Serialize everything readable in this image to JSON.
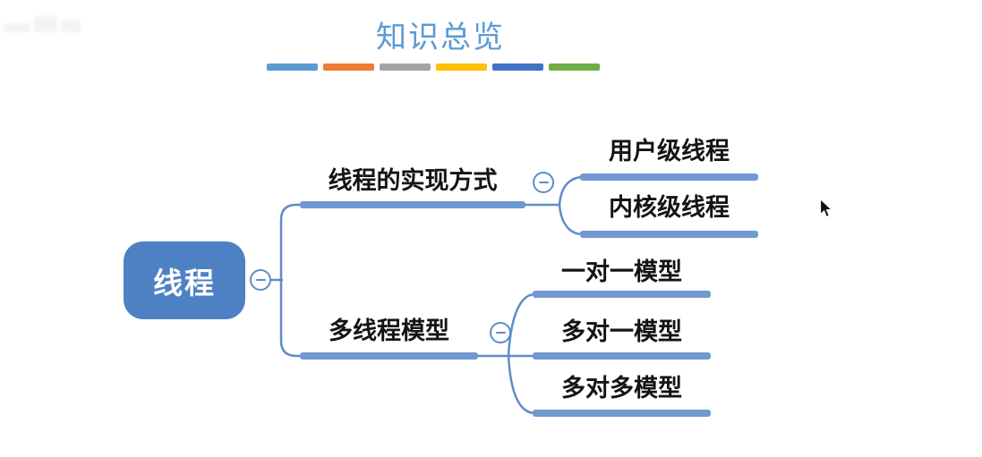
{
  "title": "知识总览",
  "colors": {
    "title": "#5b9bd5",
    "node_fill": "#4d81c4",
    "node_text": "#ffffff",
    "line": "#5f8cc8",
    "bar": "#7199d1",
    "label": "#141414"
  },
  "accent_bars": [
    "#5b9bd5",
    "#ed7d31",
    "#a5a5a5",
    "#ffc000",
    "#4472c4",
    "#70ad47"
  ],
  "icons": {
    "collapse": "minus-in-circle",
    "pointer": "mouse-arrow"
  },
  "mindmap": {
    "root": {
      "label": "线程"
    },
    "branches": [
      {
        "label": "线程的实现方式",
        "children": [
          {
            "label": "用户级线程"
          },
          {
            "label": "内核级线程"
          }
        ]
      },
      {
        "label": "多线程模型",
        "children": [
          {
            "label": "一对一模型"
          },
          {
            "label": "多对一模型"
          },
          {
            "label": "多对多模型"
          }
        ]
      }
    ]
  }
}
